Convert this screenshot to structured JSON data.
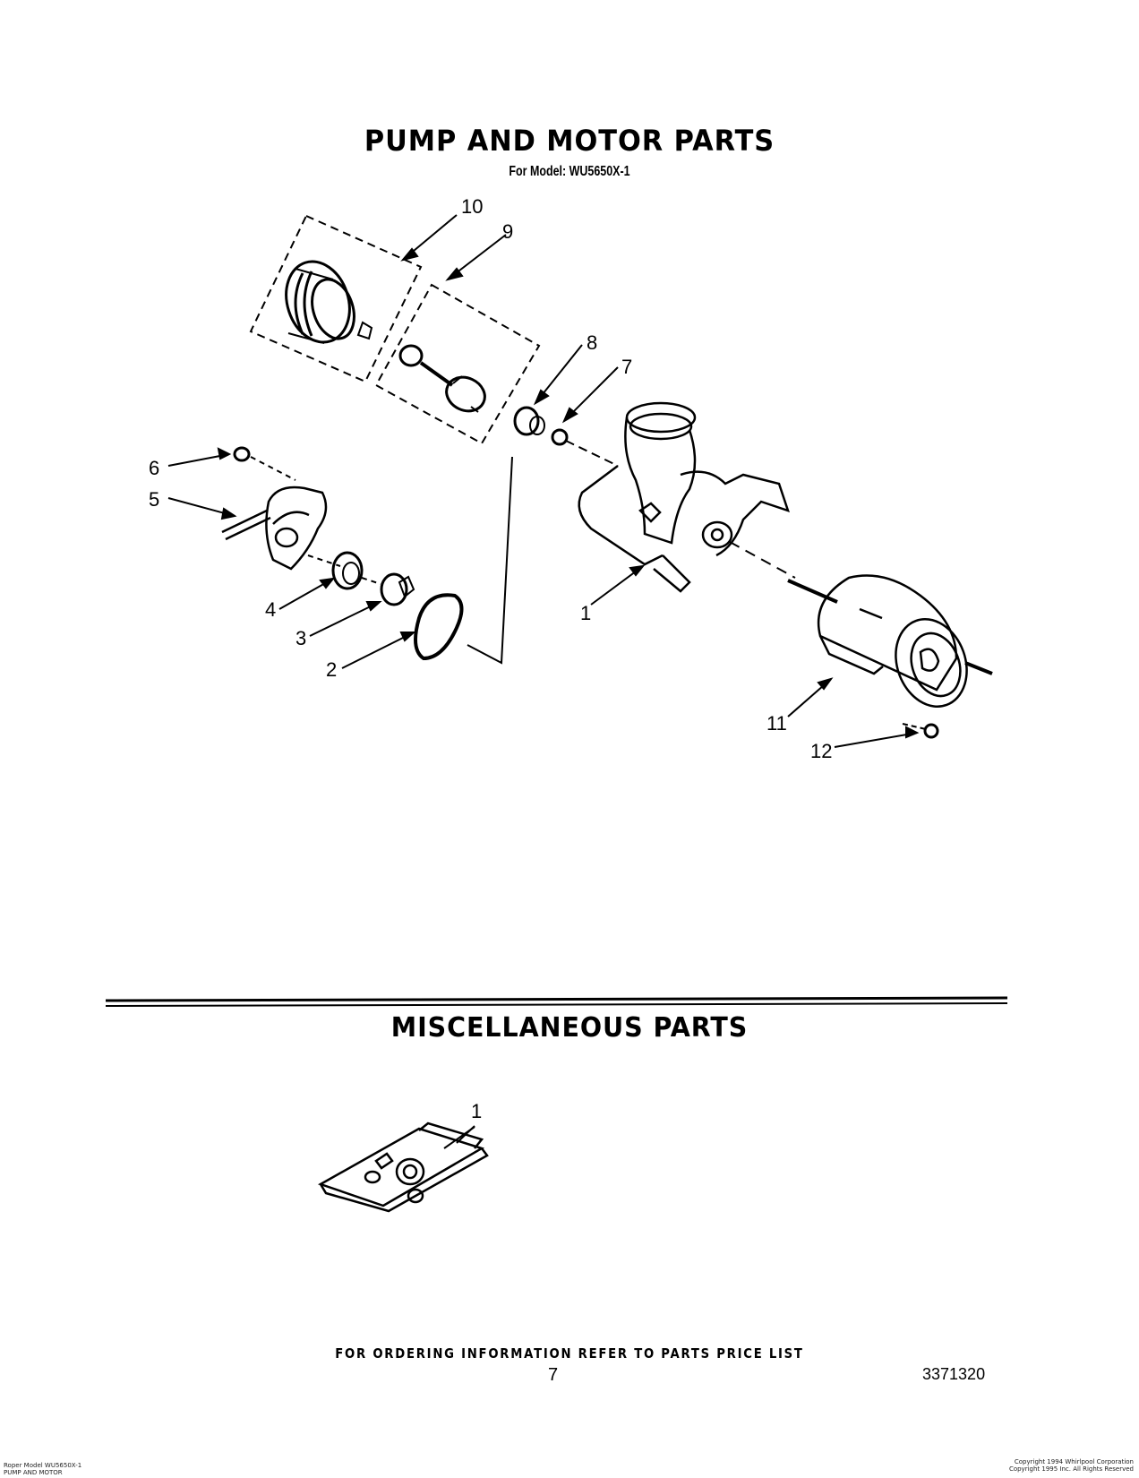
{
  "title": "PUMP AND MOTOR PARTS",
  "model_line": "For Model: WU5650X-1",
  "misc_title": "MISCELLANEOUS PARTS",
  "callouts": {
    "c1": "1",
    "c2": "2",
    "c3": "3",
    "c4": "4",
    "c5": "5",
    "c6": "6",
    "c7": "7",
    "c8": "8",
    "c9": "9",
    "c10": "10",
    "c11": "11",
    "c12": "12",
    "misc1": "1"
  },
  "ordering_note": "FOR ORDERING INFORMATION REFER TO PARTS PRICE LIST",
  "page_number": "7",
  "doc_number": "3371320",
  "footer_left": [
    "Roper Model WU5650X-1",
    "PUMP AND MOTOR"
  ],
  "footer_right": [
    "Copyright 1994 Whirlpool Corporation",
    "Copyright 1995 Inc. All Rights Reserved"
  ]
}
